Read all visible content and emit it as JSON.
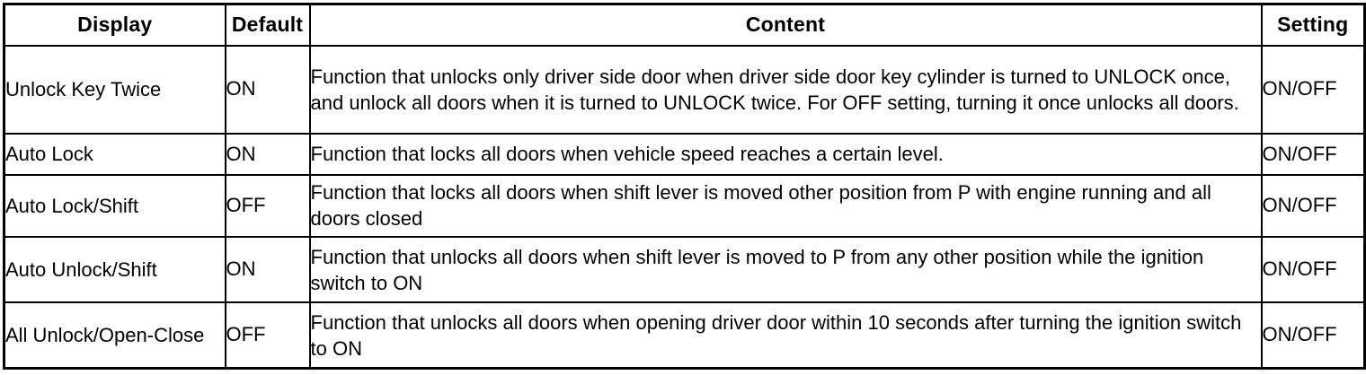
{
  "table": {
    "columns": [
      {
        "key": "display",
        "label": "Display"
      },
      {
        "key": "default",
        "label": "Default"
      },
      {
        "key": "content",
        "label": "Content"
      },
      {
        "key": "setting",
        "label": "Setting"
      }
    ],
    "rows": [
      {
        "display": "Unlock Key Twice",
        "default": "ON",
        "content": "Function that unlocks only driver side door when driver side door key cylinder is turned to UNLOCK once, and unlock all doors when it is turned to UNLOCK twice. For OFF setting, turning it once unlocks all doors.",
        "setting": "ON/OFF"
      },
      {
        "display": "Auto Lock",
        "default": "ON",
        "content": "Function that locks all doors when vehicle speed reaches a certain level.",
        "setting": "ON/OFF"
      },
      {
        "display": "Auto Lock/Shift",
        "default": "OFF",
        "content": "Function that locks all doors when shift lever is moved other position from P with engine running and all doors closed",
        "setting": "ON/OFF"
      },
      {
        "display": "Auto Unlock/Shift",
        "default": "ON",
        "content": "Function that unlocks all doors when shift lever is moved to P from any other position while the ignition switch to ON",
        "setting": "ON/OFF"
      },
      {
        "display": "All Unlock/Open-Close",
        "default": "OFF",
        "content": "Function that unlocks all doors when opening driver door within 10 seconds after turning the ignition switch to ON",
        "setting": "ON/OFF"
      }
    ]
  },
  "colors": {
    "border": "#000000",
    "text": "#000000",
    "background": "#ffffff"
  }
}
